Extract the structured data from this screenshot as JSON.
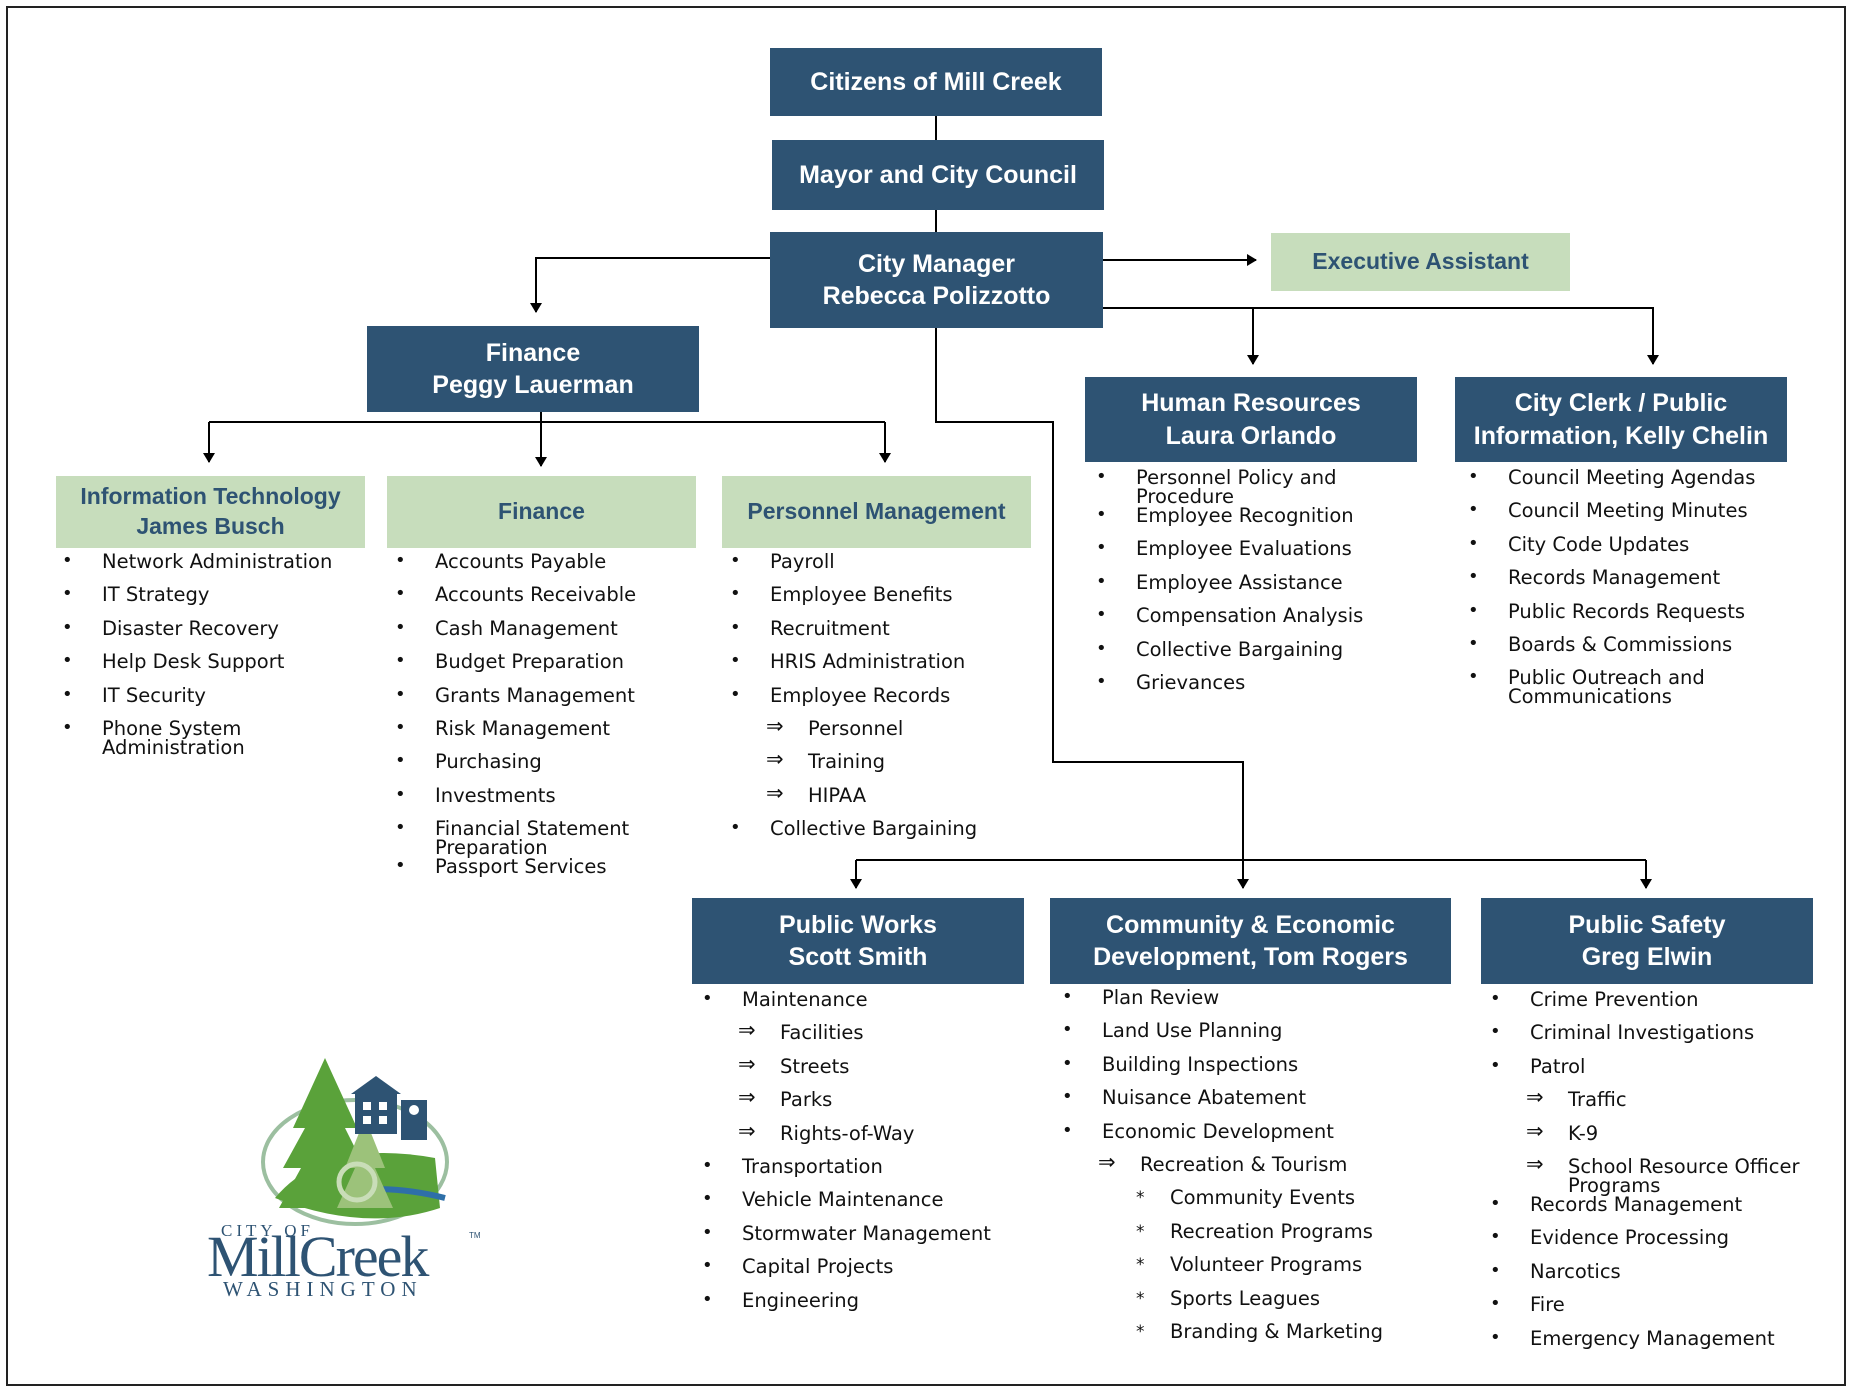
{
  "top": {
    "citizens": "Citizens of Mill Creek",
    "council": "Mayor and City Council",
    "city_manager": [
      "City Manager",
      "Rebecca Polizzotto"
    ],
    "executive_assistant": "Executive Assistant"
  },
  "finance_dept": {
    "title": [
      "Finance",
      "Peggy Lauerman"
    ],
    "divisions": [
      {
        "title": [
          "Information Technology",
          "James Busch"
        ],
        "items": [
          {
            "text": "Network Administration",
            "level": 1
          },
          {
            "text": "IT Strategy",
            "level": 1
          },
          {
            "text": "Disaster Recovery",
            "level": 1
          },
          {
            "text": "Help Desk Support",
            "level": 1
          },
          {
            "text": "IT Security",
            "level": 1
          },
          {
            "text": "Phone System Administration",
            "level": 1
          }
        ]
      },
      {
        "title": [
          "Finance"
        ],
        "items": [
          {
            "text": "Accounts Payable",
            "level": 1
          },
          {
            "text": "Accounts Receivable",
            "level": 1
          },
          {
            "text": "Cash Management",
            "level": 1
          },
          {
            "text": "Budget Preparation",
            "level": 1
          },
          {
            "text": "Grants Management",
            "level": 1
          },
          {
            "text": "Risk Management",
            "level": 1
          },
          {
            "text": "Purchasing",
            "level": 1
          },
          {
            "text": "Investments",
            "level": 1
          },
          {
            "text": "Financial Statement Preparation",
            "level": 1
          },
          {
            "text": "Passport Services",
            "level": 1
          }
        ]
      },
      {
        "title": [
          "Personnel Management"
        ],
        "items": [
          {
            "text": "Payroll",
            "level": 1
          },
          {
            "text": "Employee Benefits",
            "level": 1
          },
          {
            "text": "Recruitment",
            "level": 1
          },
          {
            "text": "HRIS Administration",
            "level": 1
          },
          {
            "text": "Employee Records",
            "level": 1
          },
          {
            "text": "Personnel",
            "level": 2
          },
          {
            "text": "Training",
            "level": 2
          },
          {
            "text": "HIPAA",
            "level": 2
          },
          {
            "text": "Collective Bargaining",
            "level": 1
          }
        ]
      }
    ]
  },
  "human_resources": {
    "title": [
      "Human Resources",
      "Laura Orlando"
    ],
    "items": [
      {
        "text": "Personnel Policy and Procedure",
        "level": 1
      },
      {
        "text": "Employee Recognition",
        "level": 1
      },
      {
        "text": "Employee Evaluations",
        "level": 1
      },
      {
        "text": "Employee Assistance",
        "level": 1
      },
      {
        "text": "Compensation Analysis",
        "level": 1
      },
      {
        "text": "Collective Bargaining",
        "level": 1
      },
      {
        "text": "Grievances",
        "level": 1
      }
    ]
  },
  "city_clerk": {
    "title": [
      "City Clerk / Public",
      "Information, Kelly Chelin"
    ],
    "items": [
      {
        "text": "Council Meeting Agendas",
        "level": 1
      },
      {
        "text": "Council Meeting Minutes",
        "level": 1
      },
      {
        "text": "City Code Updates",
        "level": 1
      },
      {
        "text": "Records Management",
        "level": 1
      },
      {
        "text": "Public Records Requests",
        "level": 1
      },
      {
        "text": "Boards & Commissions",
        "level": 1
      },
      {
        "text": "Public Outreach and Communications",
        "level": 1
      }
    ]
  },
  "public_works": {
    "title": [
      "Public Works",
      "Scott Smith"
    ],
    "items": [
      {
        "text": "Maintenance",
        "level": 1
      },
      {
        "text": "Facilities",
        "level": 2
      },
      {
        "text": "Streets",
        "level": 2
      },
      {
        "text": "Parks",
        "level": 2
      },
      {
        "text": "Rights-of-Way",
        "level": 2
      },
      {
        "text": "Transportation",
        "level": 1
      },
      {
        "text": "Vehicle Maintenance",
        "level": 1
      },
      {
        "text": "Stormwater Management",
        "level": 1
      },
      {
        "text": "Capital Projects",
        "level": 1
      },
      {
        "text": "Engineering",
        "level": 1
      }
    ]
  },
  "community_dev": {
    "title": [
      "Community & Economic",
      "Development, Tom Rogers"
    ],
    "items": [
      {
        "text": "Plan Review",
        "level": 1
      },
      {
        "text": "Land Use Planning",
        "level": 1
      },
      {
        "text": "Building Inspections",
        "level": 1
      },
      {
        "text": "Nuisance Abatement",
        "level": 1
      },
      {
        "text": "Economic Development",
        "level": 1
      },
      {
        "text": "Recreation & Tourism",
        "level": 2
      },
      {
        "text": "Community Events",
        "level": 3
      },
      {
        "text": "Recreation Programs",
        "level": 3
      },
      {
        "text": "Volunteer Programs",
        "level": 3
      },
      {
        "text": "Sports Leagues",
        "level": 3
      },
      {
        "text": "Branding & Marketing",
        "level": 3
      }
    ]
  },
  "public_safety": {
    "title": [
      "Public Safety",
      "Greg Elwin"
    ],
    "items": [
      {
        "text": "Crime Prevention",
        "level": 1
      },
      {
        "text": "Criminal Investigations",
        "level": 1
      },
      {
        "text": "Patrol",
        "level": 1
      },
      {
        "text": "Traffic",
        "level": 2
      },
      {
        "text": "K-9",
        "level": 2
      },
      {
        "text": "School Resource Officer Programs",
        "level": 2
      },
      {
        "text": "Records Management",
        "level": 1
      },
      {
        "text": "Evidence Processing",
        "level": 1
      },
      {
        "text": "Narcotics",
        "level": 1
      },
      {
        "text": "Fire",
        "level": 1
      },
      {
        "text": "Emergency Management",
        "level": 1
      }
    ]
  },
  "logo": {
    "city_of": "CITY OF",
    "name": "MillCreek",
    "state": "WASHINGTON",
    "tm": "TM"
  },
  "colors": {
    "box": "#2e5373",
    "subbox": "#c7ddbc",
    "subtext": "#2e5373"
  },
  "markers": {
    "level1": "•",
    "level2": "⇒",
    "level3": "*"
  }
}
